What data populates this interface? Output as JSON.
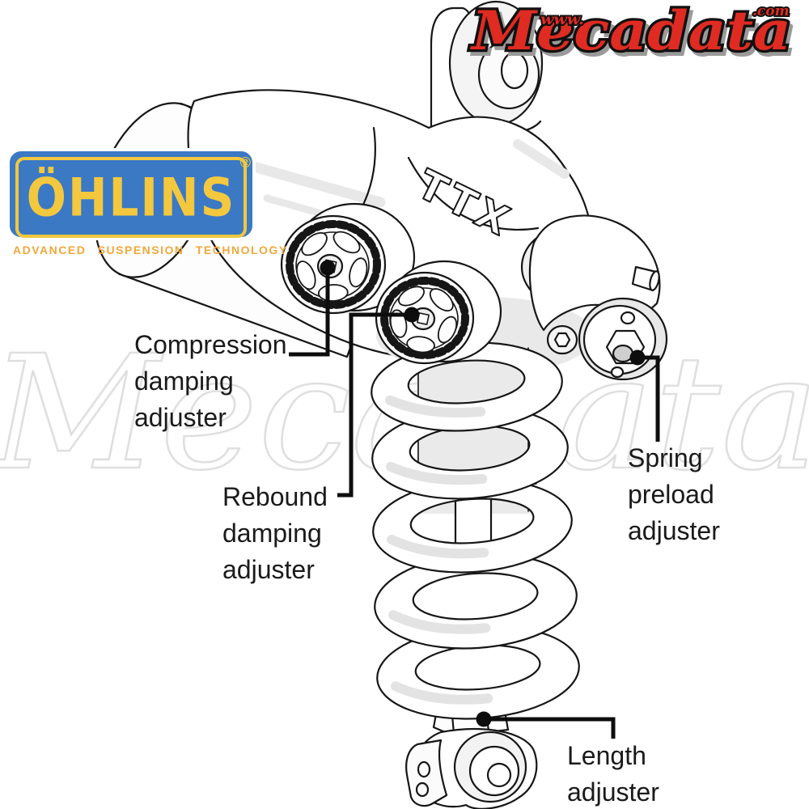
{
  "brand_logo_top_right": {
    "prefix": "www.",
    "name": "Mecadata",
    "suffix": ".com",
    "text_color": "#df2b22",
    "outline_color": "#111111"
  },
  "watermark": {
    "text": "Mecadata",
    "color": "#dfdfdf"
  },
  "ohlins_logo": {
    "wordmark": "ÖHLINS",
    "registered_mark": "®",
    "tagline": "ADVANCED SUSPENSION TECHNOLOGY",
    "box_color": "#3b79c4",
    "wordmark_color": "#f3c83e",
    "tagline_color": "#f0a83b"
  },
  "diagram": {
    "product_marking": "TTX",
    "labels": [
      {
        "id": "compression",
        "text": "Compression\ndamping\nadjuster"
      },
      {
        "id": "rebound",
        "text": "Rebound\ndamping\nadjuster"
      },
      {
        "id": "spring_preload",
        "text": "Spring\npreload\nadjuster"
      },
      {
        "id": "length",
        "text": "Length\nadjuster"
      }
    ]
  }
}
